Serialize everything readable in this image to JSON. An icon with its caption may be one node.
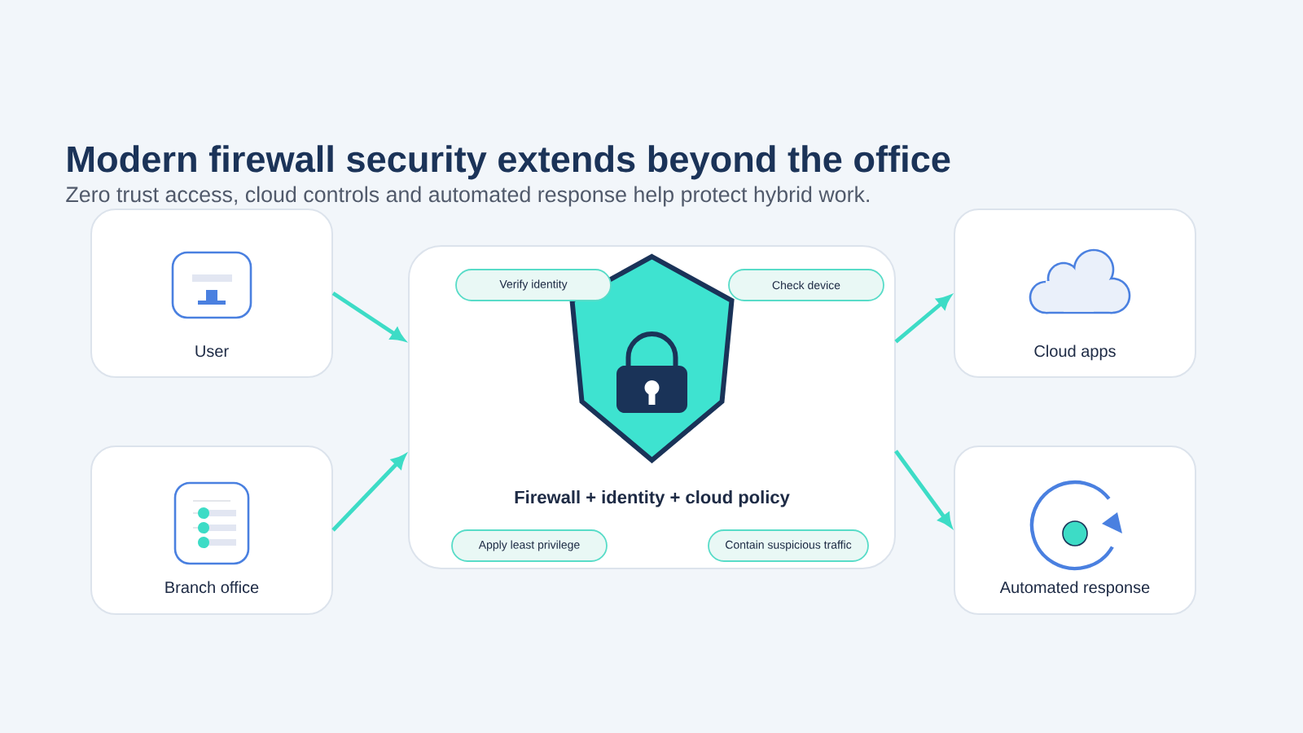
{
  "diagram": {
    "title": "Modern firewall security extends beyond the office",
    "nodes": [
      {
        "text": [
          "User"
        ]
      },
      {
        "text": [
          "Branch office"
        ]
      },
      {
        "text": [
          "Firewall + identity + cloud policy"
        ]
      },
      {
        "text": [
          "Verify identity"
        ],
        "in": 2
      },
      {
        "text": [
          "Check device"
        ],
        "in": 2
      },
      {
        "text": [
          "Apply least privilege"
        ],
        "in": 2
      },
      {
        "text": [
          "Contain suspicious traffic"
        ],
        "in": 2
      },
      {
        "text": [
          "Cloud apps"
        ]
      },
      {
        "text": [
          "Automated response"
        ]
      }
    ],
    "edges": [
      {
        "from": 0,
        "to": 2,
        "arrow": "to"
      },
      {
        "from": 1,
        "to": 2,
        "arrow": "to"
      },
      {
        "from": 2,
        "to": 7,
        "arrow": "to"
      },
      {
        "from": 2,
        "to": 8,
        "arrow": "to"
      }
    ],
    "labels": [
      "Zero trust access, cloud controls and automated response help protect hybrid work."
    ]
  }
}
